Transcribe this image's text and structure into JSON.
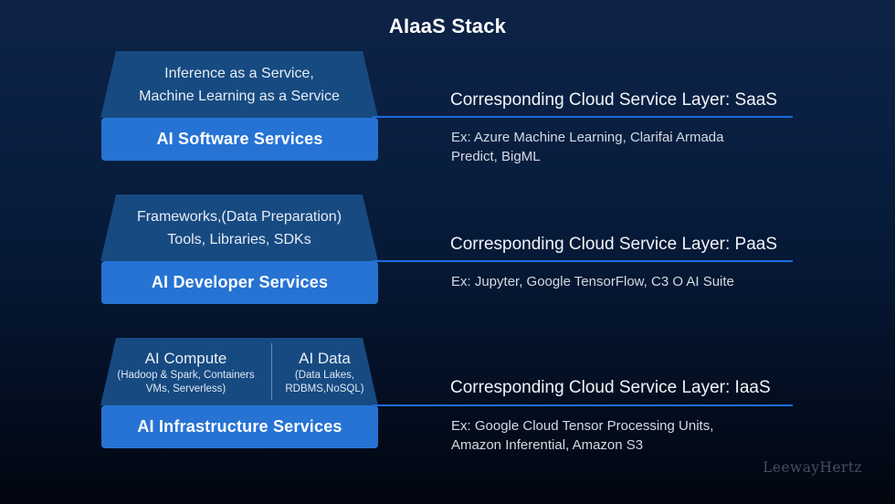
{
  "title": "AIaaS Stack",
  "watermark": "LeewayHertz",
  "colors": {
    "background_top": "#0e2346",
    "background_bottom": "#02060f",
    "trapezoid_fill": "#174a81",
    "box_fill": "#2673d4",
    "accent_line": "#1b6ce0"
  },
  "tiers": [
    {
      "trapezoid_lines": [
        "Inference as a Service,",
        "Machine Learning as a Service"
      ],
      "box_label": "AI Software Services",
      "layer_heading": "Corresponding Cloud Service Layer: SaaS",
      "example_lines": [
        "Ex: Azure Machine Learning, Clarifai Armada",
        "Predict, BigML"
      ]
    },
    {
      "trapezoid_lines": [
        "Frameworks,(Data Preparation)",
        "Tools, Libraries, SDKs"
      ],
      "box_label": "AI Developer Services",
      "layer_heading": "Corresponding Cloud Service Layer: PaaS",
      "example_lines": [
        "Ex: Jupyter, Google TensorFlow, C3 O AI Suite"
      ]
    },
    {
      "columns": [
        {
          "title": "AI Compute",
          "subtitle_lines": [
            "(Hadoop & Spark, Containers",
            "VMs, Serverless)"
          ]
        },
        {
          "title": "AI Data",
          "subtitle_lines": [
            "(Data Lakes,",
            "RDBMS,NoSQL)"
          ]
        }
      ],
      "box_label": "AI Infrastructure Services",
      "layer_heading": "Corresponding Cloud Service Layer: IaaS",
      "example_lines": [
        "Ex: Google Cloud Tensor Processing Units,",
        "Amazon Inferential, Amazon S3"
      ]
    }
  ]
}
